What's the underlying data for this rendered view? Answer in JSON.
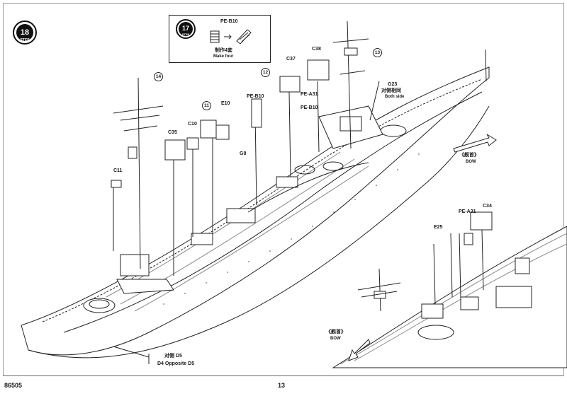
{
  "page": {
    "code": "86505",
    "number": "13"
  },
  "main_step": {
    "number": "18",
    "word": "STEP"
  },
  "sub_step": {
    "number": "17",
    "word": "STEP",
    "part": "PE-B10",
    "note_cn": "制作4套",
    "note_en": "Make four"
  },
  "callouts": [
    "11",
    "12",
    "13",
    "14"
  ],
  "parts": {
    "c11": "C11",
    "c35": "C35",
    "c10": "C10",
    "e10": "E10",
    "pe_b10_a": "PE-B10",
    "g8": "G8",
    "c37": "C37",
    "c38": "C38",
    "pe_a31": "PE-A31",
    "pe_b10_b": "PE-B10",
    "g23": "G23",
    "both_side_cn": "对侧相同",
    "both_side_en": "Both side",
    "bow_cn": "《舰首》",
    "bow_en": "BOW",
    "d5_cn": "对侧 D5",
    "d4_d5": "D4 Opposite D5",
    "e25": "E25",
    "pe_a31_b": "PE-A31",
    "c34": "C34",
    "bow2_cn": "《舰首》",
    "bow2_en": "BOW"
  }
}
